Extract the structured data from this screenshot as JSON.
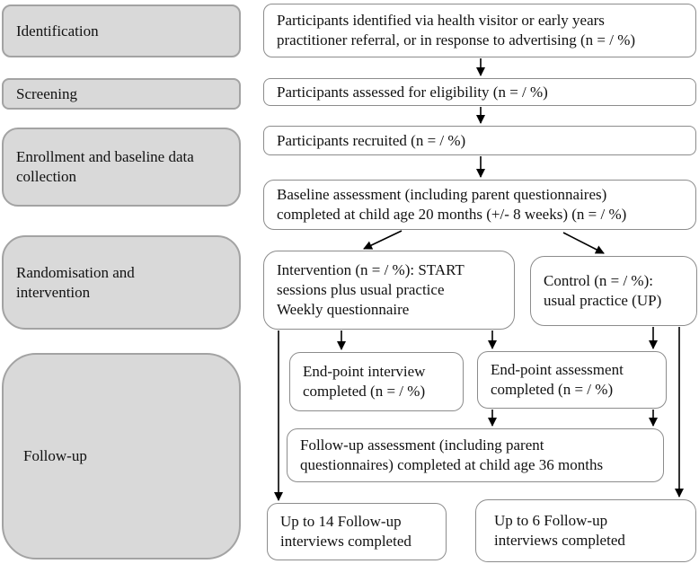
{
  "stages": [
    {
      "label": "Identification"
    },
    {
      "label": "Screening"
    },
    {
      "label": "Enrollment and baseline data\ncollection"
    },
    {
      "label": "Randomisation and\nintervention"
    },
    {
      "label": "Follow-up"
    }
  ],
  "flow": {
    "identified": "Participants identified via health visitor or early years\npractitioner referral, or in response to advertising (n = / %)",
    "assessed": "Participants assessed for eligibility (n = / %)",
    "recruited": "Participants recruited (n = / %)",
    "baseline": "Baseline assessment (including parent questionnaires)\ncompleted at child age 20 months (+/- 8 weeks) (n = / %)",
    "intervention": "Intervention (n = / %): START\nsessions plus usual practice\nWeekly questionnaire",
    "control": "Control (n = / %):\nusual practice (UP)",
    "endpoint_interview": "End-point interview\ncompleted (n = / %)",
    "endpoint_assessment": "End-point assessment\ncompleted (n = / %)",
    "followup_assessment": "Follow-up assessment (including parent\nquestionnaires) completed at child age 36 months",
    "followup_14": "Up to 14 Follow-up\ninterviews completed",
    "followup_6": "Up to 6 Follow-up\ninterviews completed"
  },
  "colors": {
    "stage_fill": "#d9d9d9",
    "stage_border": "#a3a3a3",
    "flow_fill": "#ffffff",
    "flow_border": "#8c8c8c",
    "arrow": "#000000",
    "text": "#111111"
  }
}
